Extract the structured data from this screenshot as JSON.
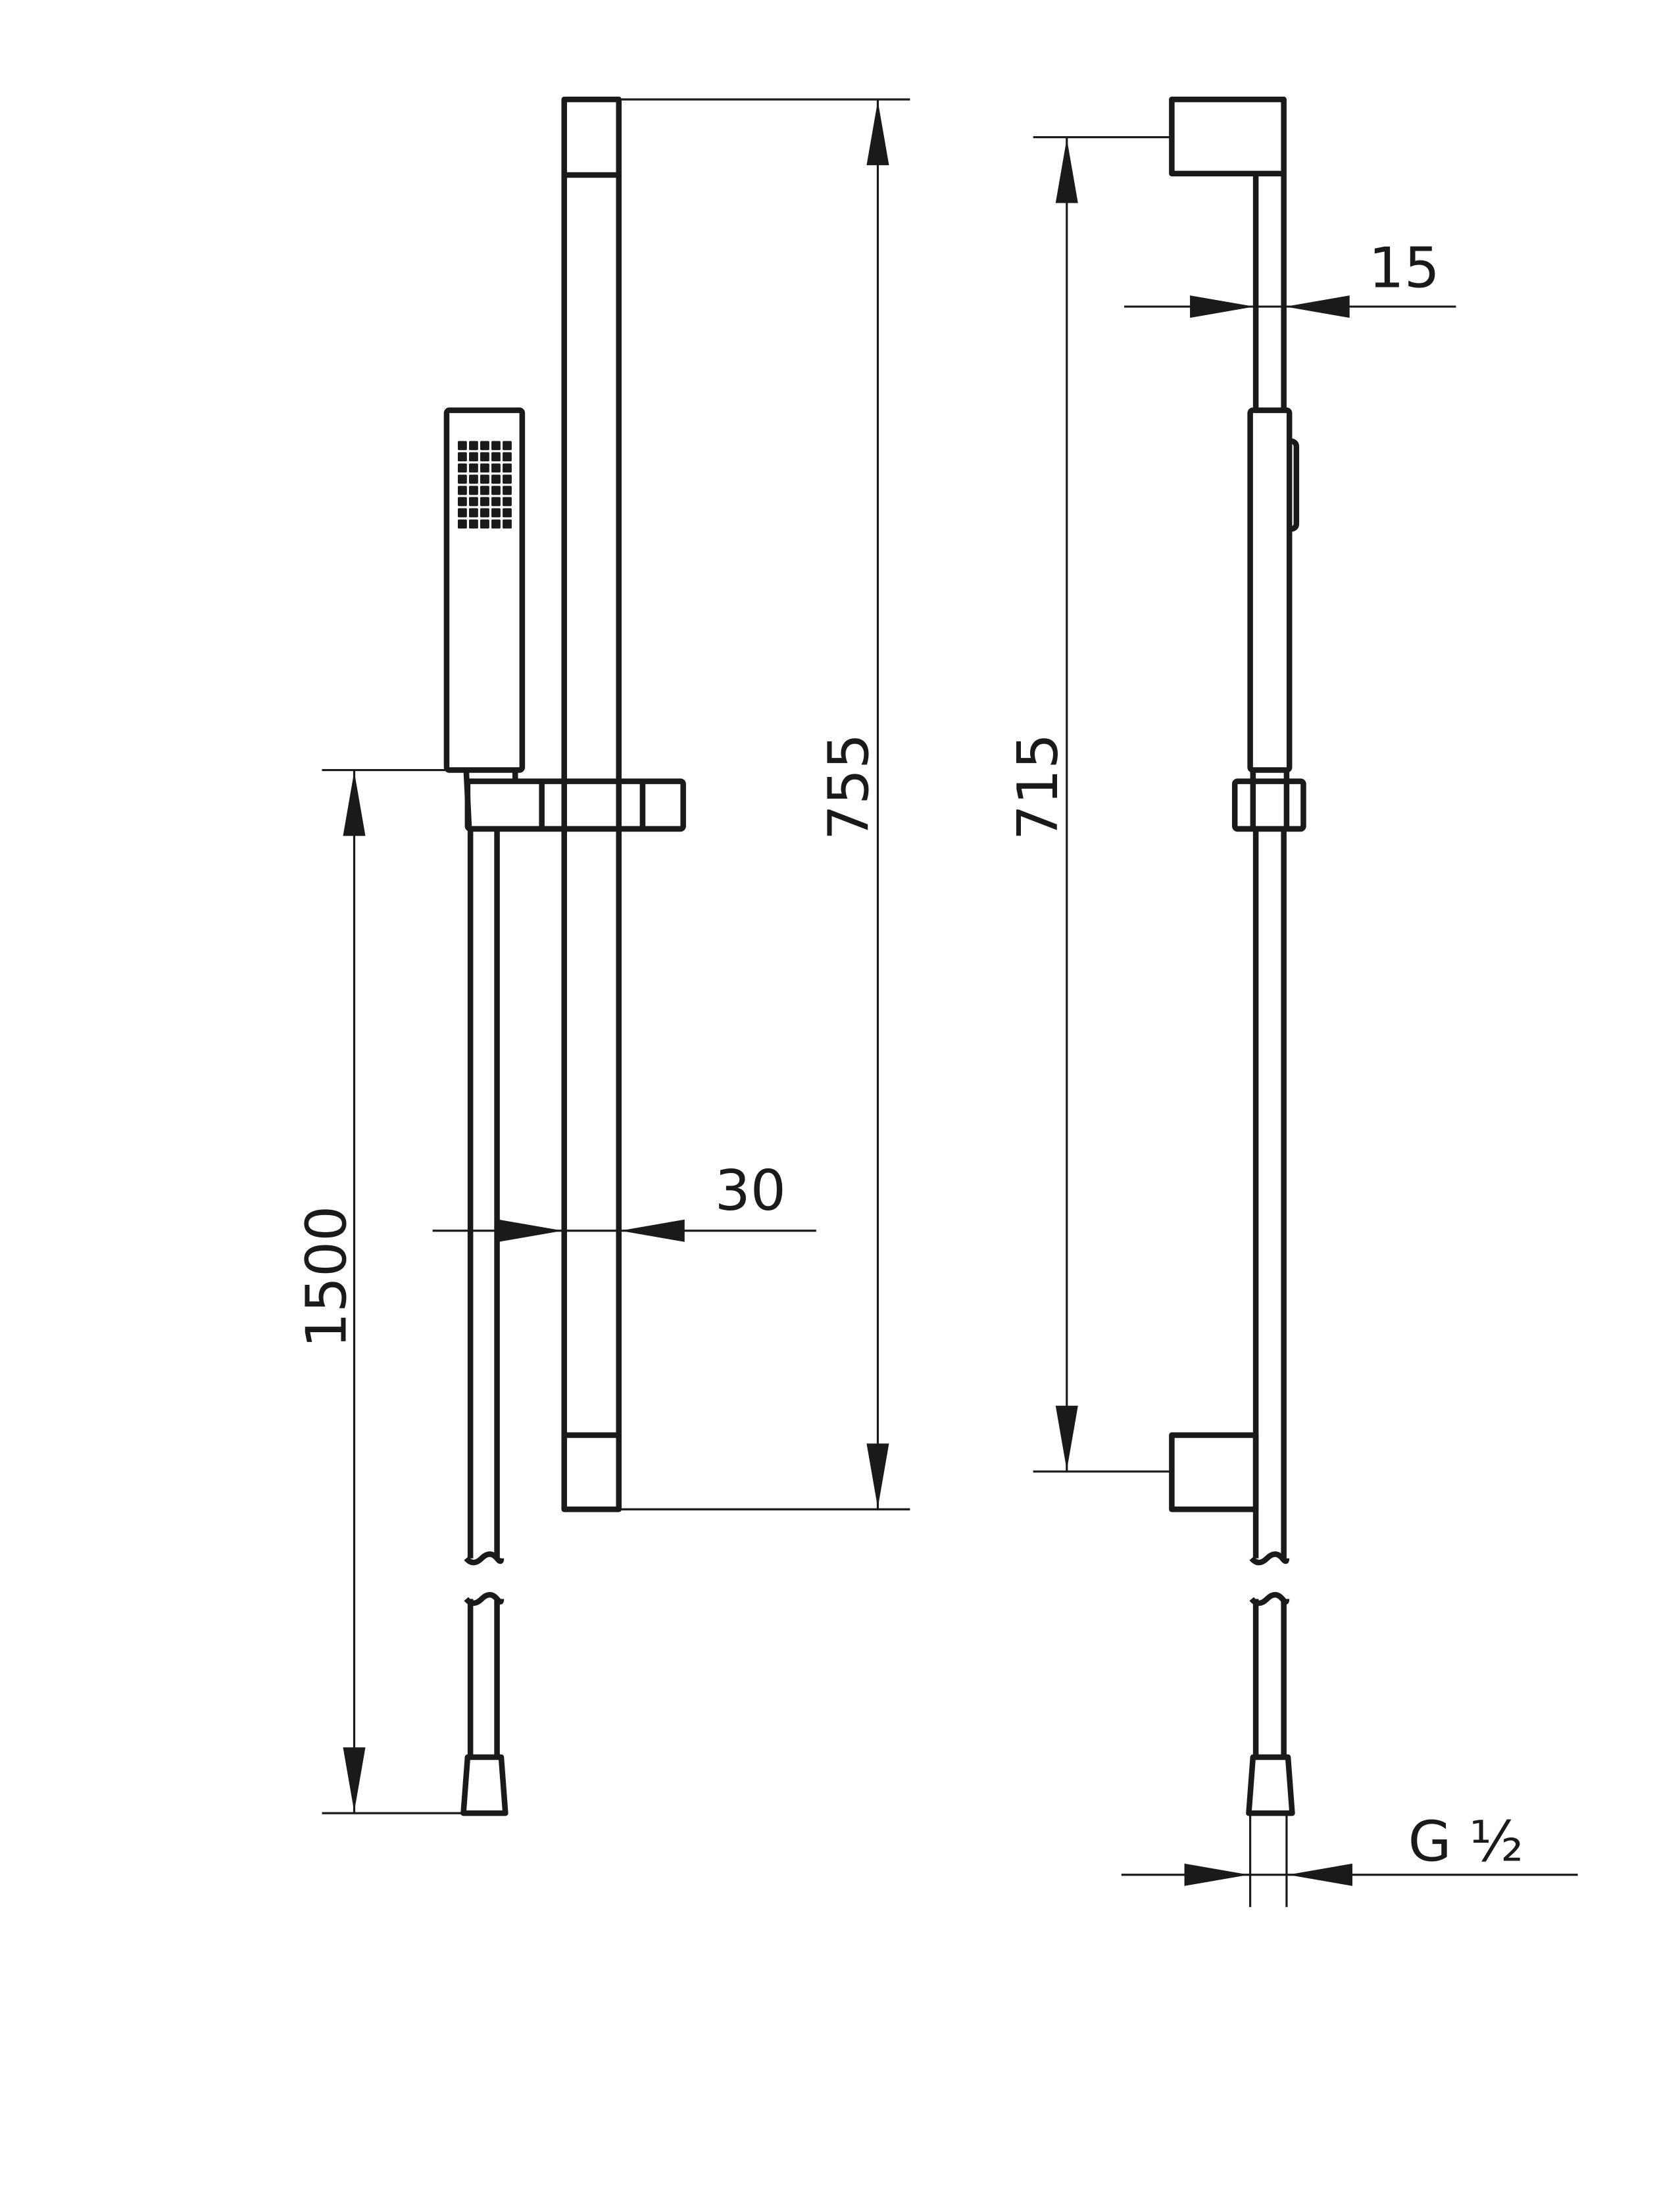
{
  "dimensions": {
    "hose_length": "1500",
    "rail_length": "755",
    "rail_width": "30",
    "bracket_spacing": "715",
    "rail_depth": "15",
    "connection_thread": "G ½"
  },
  "colors": {
    "line": "#1a1a1a",
    "background": "#ffffff"
  }
}
